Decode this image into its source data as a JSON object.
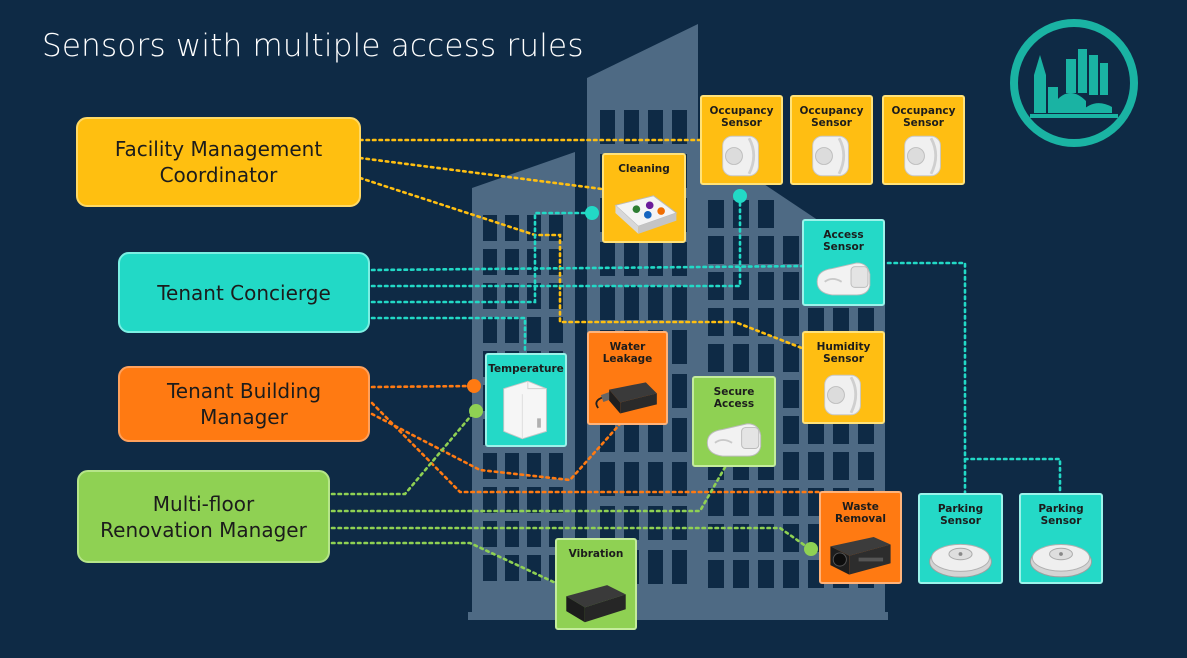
{
  "title": "Sensors with multiple access rules",
  "colors": {
    "background": "#0e2a45",
    "building": "#4e6a84",
    "yellow": "#ffbf10",
    "teal": "#22d9c6",
    "orange": "#ff7a12",
    "green": "#8fd153"
  },
  "roles": [
    {
      "id": "facility",
      "label": "Facility Management\nCoordinator",
      "color": "yellow"
    },
    {
      "id": "concierge",
      "label": "Tenant Concierge",
      "color": "teal"
    },
    {
      "id": "building-mgr",
      "label": "Tenant Building\nManager",
      "color": "orange"
    },
    {
      "id": "renovation",
      "label": "Multi-floor\nRenovation Manager",
      "color": "green"
    }
  ],
  "sensors": [
    {
      "id": "occ1",
      "label": "Occupancy\nSensor",
      "color": "yellow",
      "icon": "occupancy-sensor-icon"
    },
    {
      "id": "occ2",
      "label": "Occupancy\nSensor",
      "color": "yellow",
      "icon": "occupancy-sensor-icon"
    },
    {
      "id": "occ3",
      "label": "Occupancy\nSensor",
      "color": "yellow",
      "icon": "occupancy-sensor-icon"
    },
    {
      "id": "cleaning",
      "label": "Cleaning",
      "color": "yellow",
      "icon": "cleaning-device-icon"
    },
    {
      "id": "access",
      "label": "Access\nSensor",
      "color": "teal",
      "icon": "access-sensor-icon"
    },
    {
      "id": "humidity",
      "label": "Humidity\nSensor",
      "color": "yellow",
      "icon": "humidity-sensor-icon"
    },
    {
      "id": "temperature",
      "label": "Temperature",
      "color": "teal",
      "icon": "temperature-sensor-icon"
    },
    {
      "id": "water",
      "label": "Water\nLeakage",
      "color": "orange",
      "icon": "water-leakage-sensor-icon"
    },
    {
      "id": "secure",
      "label": "Secure Access",
      "color": "green",
      "icon": "secure-access-sensor-icon"
    },
    {
      "id": "waste",
      "label": "Waste\nRemoval",
      "color": "orange",
      "icon": "waste-removal-sensor-icon"
    },
    {
      "id": "vibration",
      "label": "Vibration",
      "color": "green",
      "icon": "vibration-sensor-icon"
    },
    {
      "id": "park1",
      "label": "Parking\nSensor",
      "color": "teal",
      "icon": "parking-sensor-icon"
    },
    {
      "id": "park2",
      "label": "Parking\nSensor",
      "color": "teal",
      "icon": "parking-sensor-icon"
    }
  ],
  "connections": [
    {
      "from": "facility",
      "to": "occ1",
      "color": "yellow"
    },
    {
      "from": "facility",
      "to": "cleaning",
      "color": "yellow"
    },
    {
      "from": "facility",
      "to": "humidity",
      "color": "yellow"
    },
    {
      "from": "concierge",
      "to": "access",
      "color": "teal"
    },
    {
      "from": "concierge",
      "to": "occ1",
      "color": "teal"
    },
    {
      "from": "concierge",
      "to": "cleaning",
      "color": "teal"
    },
    {
      "from": "concierge",
      "to": "temperature",
      "color": "teal"
    },
    {
      "from": "access",
      "to": "park1",
      "color": "teal"
    },
    {
      "from": "park1",
      "to": "park2",
      "color": "teal"
    },
    {
      "from": "building-mgr",
      "to": "temperature",
      "color": "orange"
    },
    {
      "from": "building-mgr",
      "to": "water",
      "color": "orange"
    },
    {
      "from": "building-mgr",
      "to": "waste",
      "color": "orange"
    },
    {
      "from": "renovation",
      "to": "temperature",
      "color": "green"
    },
    {
      "from": "renovation",
      "to": "secure",
      "color": "green"
    },
    {
      "from": "renovation",
      "to": "waste",
      "color": "green"
    },
    {
      "from": "renovation",
      "to": "vibration",
      "color": "green"
    }
  ],
  "logo": {
    "icon": "city-skyline-logo-icon",
    "color": "#1ab3a3"
  }
}
